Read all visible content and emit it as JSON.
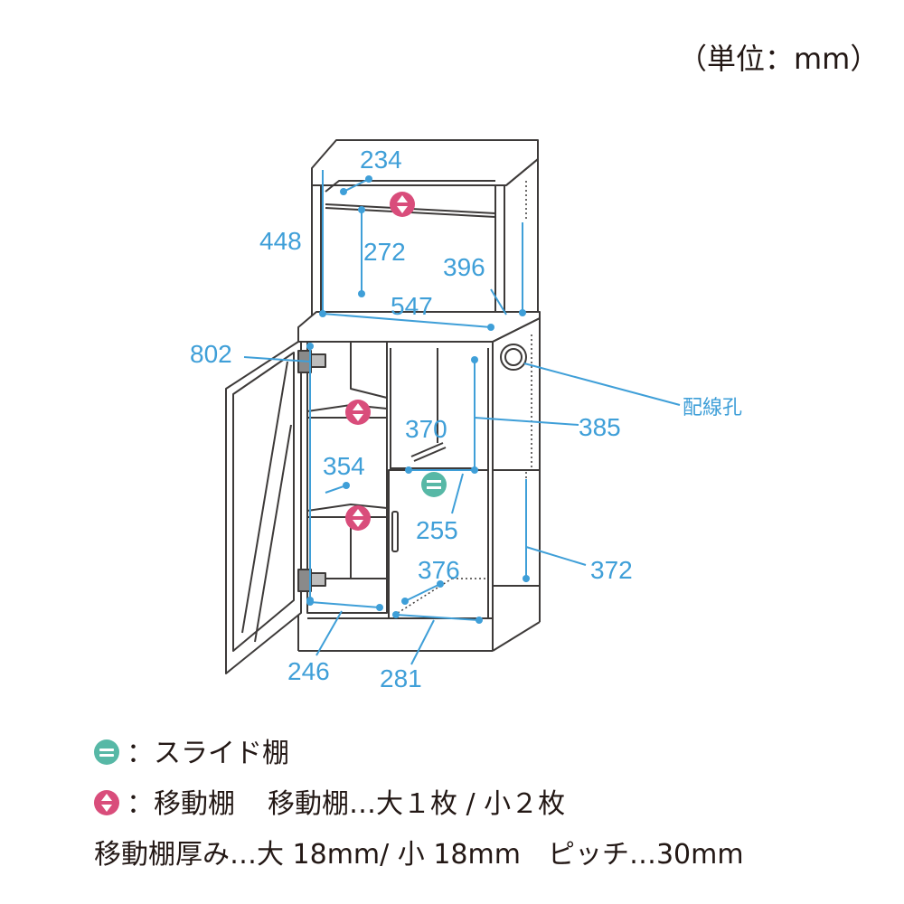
{
  "unit_note": "（単位：mm）",
  "dimensions": {
    "top_shelf_depth": "234",
    "top_height": "448",
    "top_inner_height": "272",
    "top_inner_depth": "396",
    "top_width": "547",
    "door_height": "802",
    "drawer_inner_width": "370",
    "right_upper_height": "385",
    "shelf_depth": "354",
    "slide_shelf_depth": "255",
    "bottom_right_depth": "376",
    "right_lower_height": "372",
    "bottom_left_width": "246",
    "bottom_right_width": "281"
  },
  "wiring_hole_label": "配線孔",
  "legend": {
    "slide_shelf": "：スライド棚",
    "movable_shelf": "：移動棚",
    "movable_count": "移動棚…大１枚 / 小２枚",
    "shelf_spec": "移動棚厚み…大 18mm/ 小 18mm　ピッチ…30mm"
  },
  "colors": {
    "line": "#3d3a39",
    "dimension": "#3f9fd8",
    "slide_icon": "#57b8a6",
    "movable_icon": "#d94d7b"
  },
  "icons": [
    "slide-shelf-icon",
    "movable-shelf-icon"
  ]
}
